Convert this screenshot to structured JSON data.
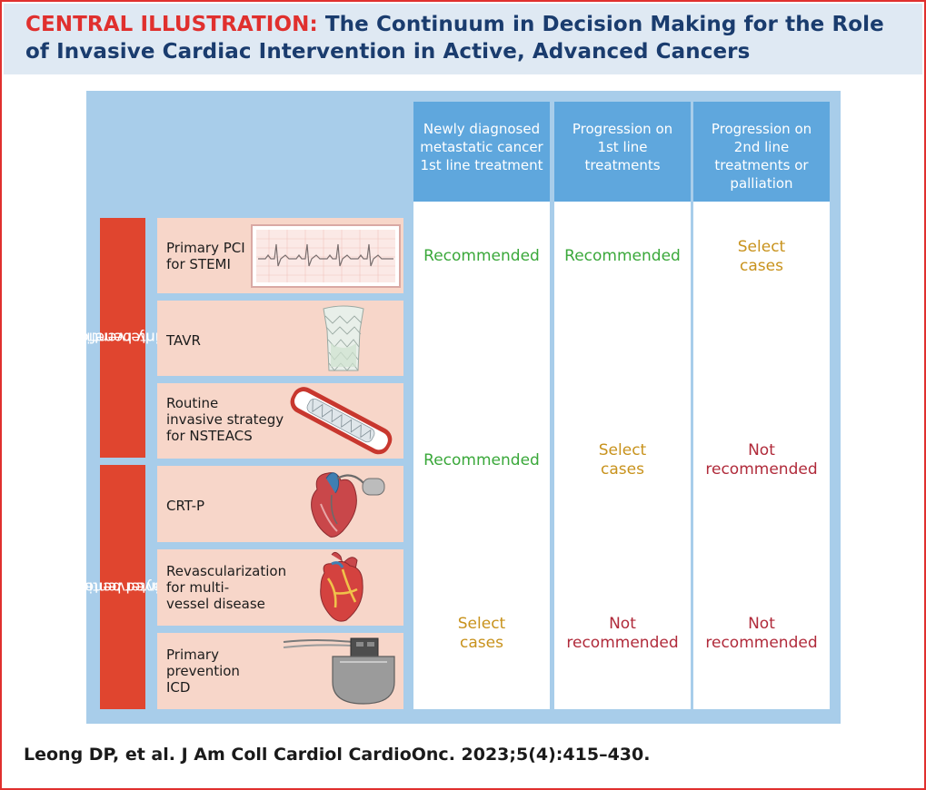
{
  "header": {
    "lead": "CENTRAL ILLUSTRATION:",
    "title_line1": "The Continuum in Decision Making for the Role",
    "title_line2": "of Invasive Cardiac Intervention in Active, Advanced Cancers"
  },
  "columns": [
    {
      "line1": "Newly diagnosed",
      "line2": "metastatic cancer",
      "line3": "1st line treatment",
      "line4": ""
    },
    {
      "line1": "Progression on",
      "line2": "1st line",
      "line3": "treatments",
      "line4": ""
    },
    {
      "line1": "Progression on",
      "line2": "2nd line",
      "line3": "treatments or",
      "line4": "palliation"
    }
  ],
  "groups": {
    "early_line1": "Cardiac interventions with",
    "early_line2": "early benefits",
    "delayed_line1": "Cardiac interventions with",
    "delayed_line2": "delayed benefits"
  },
  "rows": [
    {
      "line1": "Primary PCI",
      "line2": "for STEMI",
      "line3": "",
      "icon": "ecg-strip"
    },
    {
      "line1": "TAVR",
      "line2": "",
      "line3": "",
      "icon": "valve-stent"
    },
    {
      "line1": "Routine",
      "line2": "invasive strategy",
      "line3": "for NSTEACS",
      "icon": "artery-stent"
    },
    {
      "line1": "CRT-P",
      "line2": "",
      "line3": "",
      "icon": "pacemaker-heart"
    },
    {
      "line1": "Revascularization",
      "line2": "for multi-",
      "line3": "vessel disease",
      "icon": "heart"
    },
    {
      "line1": "Primary",
      "line2": "prevention",
      "line3": "ICD",
      "icon": "icd-device"
    }
  ],
  "cells": {
    "c1_top": "Recommended",
    "c2_top": "Recommended",
    "c3_top_1": "Select",
    "c3_top_2": "cases",
    "c1_mid": "Recommended",
    "c2_mid_1": "Select",
    "c2_mid_2": "cases",
    "c3_mid_1": "Not",
    "c3_mid_2": "recommended",
    "c1_bot_1": "Select",
    "c1_bot_2": "cases",
    "c2_bot_1": "Not",
    "c2_bot_2": "recommended",
    "c3_bot_1": "Not",
    "c3_bot_2": "recommended"
  },
  "citation": "Leong DP, et al. J Am Coll Cardiol CardioOnc. 2023;5(4):415–430.",
  "colors": {
    "border": "#e0302e",
    "header_bg": "#dfe9f3",
    "title": "#1a3c6e",
    "panel": "#a8cdea",
    "column_header": "#5fa7dd",
    "group_label": "#e0452f",
    "row_bg": "#f7d6c9",
    "recommended": "#3aa83a",
    "select_cases": "#c8921c",
    "not_recommended": "#b02a3a"
  }
}
